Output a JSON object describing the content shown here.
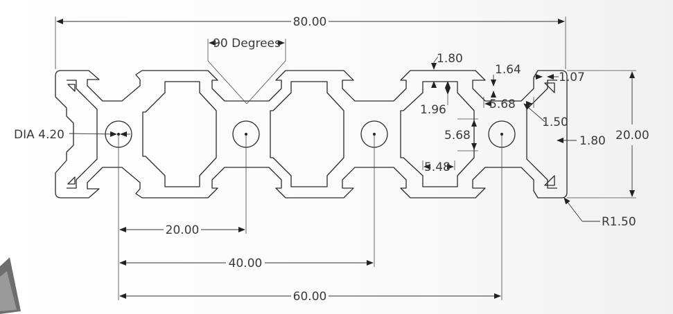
{
  "drawing": {
    "colors": {
      "line": "#2a2a2a",
      "text": "#3a3a3a",
      "background": "#ffffff"
    },
    "labels": {
      "overall_width": "80.00",
      "angle": "90 Degrees",
      "hole_dia": "DIA 4.20",
      "spacing_20": "20.00",
      "spacing_40": "40.00",
      "spacing_60": "60.00",
      "wall_top": "1.80",
      "lip_top": "1.64",
      "slot_depth": "1.96",
      "slot_width_top": "5.68",
      "chamfer": "1.50",
      "lip_side": "1.07",
      "wall_side": "1.80",
      "height": "20.00",
      "slot_inner_height": "5.68",
      "slot_bottom_width": "5.48",
      "corner_radius": "R1.50"
    }
  }
}
